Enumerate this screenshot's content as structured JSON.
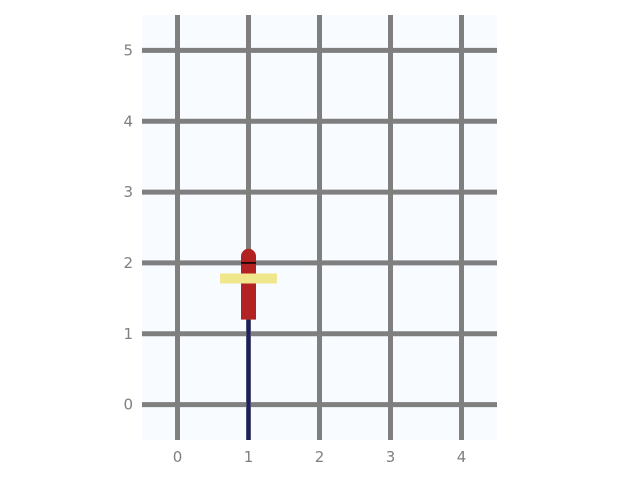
{
  "chart_data": {
    "type": "scatter",
    "title": "",
    "xlabel": "",
    "ylabel": "",
    "xlim": [
      -0.5,
      4.5
    ],
    "ylim": [
      -0.5,
      5.5
    ],
    "x_ticks": [
      0,
      1,
      2,
      3,
      4
    ],
    "y_ticks": [
      0,
      1,
      2,
      3,
      4,
      5
    ],
    "x_tick_labels": [
      "0",
      "1",
      "2",
      "3",
      "4"
    ],
    "y_tick_labels": [
      "0",
      "1",
      "2",
      "3",
      "4",
      "5"
    ],
    "grid": true,
    "colors": {
      "plot_background": "#f8fbff",
      "grid": "#7f7f7f",
      "tick_label": "#7f7f7f",
      "stem": "#1f1f5f",
      "body": "#b22222",
      "crossbar": "#f0e68c",
      "band": "#000000"
    },
    "marks": [
      {
        "name": "sword",
        "x": 1,
        "stem": [
          -0.5,
          1.2
        ],
        "body": [
          1.2,
          2.0
        ],
        "tip_top": 2.2,
        "crossbar": {
          "y": 1.78,
          "x_range": [
            0.6,
            1.4
          ]
        },
        "band": {
          "y": 2.0
        }
      }
    ]
  }
}
